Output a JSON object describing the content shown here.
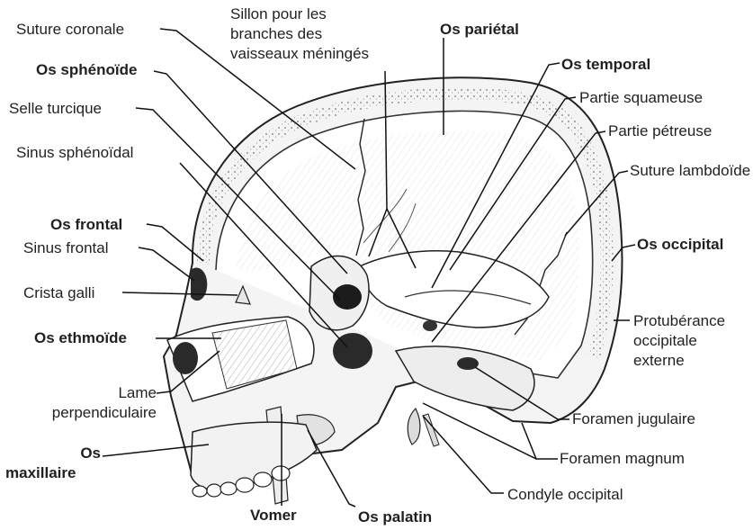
{
  "labels": {
    "suture_coronale": "Suture coronale",
    "sillon": [
      "Sillon pour les",
      "branches des",
      "vaisseaux méningés"
    ],
    "os_parietal": "Os pariétal",
    "os_sphenoide": "Os sphénoïde",
    "os_temporal": "Os temporal",
    "partie_squameuse": "Partie squameuse",
    "selle_turcique": "Selle turcique",
    "partie_petreuse": "Partie pétreuse",
    "sinus_sphenoidal": "Sinus sphénoïdal",
    "suture_lambdoide": "Suture lambdoïde",
    "os_frontal": "Os frontal",
    "os_occipital": "Os occipital",
    "sinus_frontal": "Sinus frontal",
    "crista_galli": "Crista galli",
    "protuberance": [
      "Protubérance",
      "occipitale",
      "externe"
    ],
    "os_ethmoide": "Os ethmoïde",
    "lame": [
      "Lame",
      "perpendiculaire"
    ],
    "foramen_jugulaire": "Foramen jugulaire",
    "os_maxillaire": [
      "Os",
      "maxillaire"
    ],
    "foramen_magnum": "Foramen magnum",
    "condyle_occipital": "Condyle occipital",
    "vomer": "Vomer",
    "os_palatin": "Os palatin"
  }
}
